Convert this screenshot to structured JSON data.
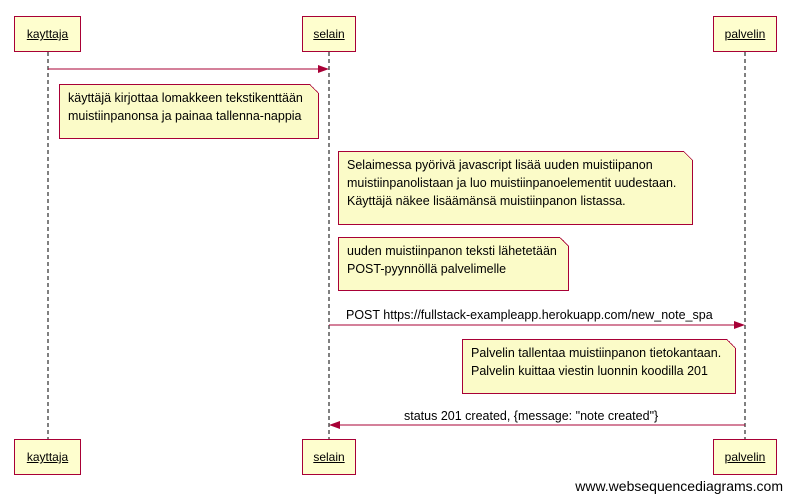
{
  "participants": {
    "kayttaja": "kayttaja",
    "selain": "selain",
    "palvelin": "palvelin"
  },
  "notes": {
    "note1": [
      "käyttäjä kirjottaa lomakkeen tekstikenttään",
      "muistiinpanonsa ja painaa tallenna-nappia"
    ],
    "note2": [
      "Selaimessa pyörivä javascript lisää uuden muistiipanon",
      "muistiinpanolistaan ja luo muistiinpanoelementit uudestaan.",
      "Käyttäjä näkee lisäämänsä muistiinpanon listassa."
    ],
    "note3": [
      "uuden muistiinpanon teksti lähetetään",
      "POST-pyynnöllä palvelimelle"
    ],
    "note4": [
      "Palvelin tallentaa muistiinpanon tietokantaan.",
      "Palvelin kuittaa viestin luonnin koodilla 201"
    ]
  },
  "messages": {
    "post": "POST https://fullstack-exampleapp.herokuapp.com/new_note_spa",
    "response": "status 201 created, {message: \"note created\"}"
  },
  "colors": {
    "border": "#a80036",
    "participant_fill": "#fefece",
    "note_fill": "#fbfbc8"
  },
  "watermark": "www.websequencediagrams.com"
}
